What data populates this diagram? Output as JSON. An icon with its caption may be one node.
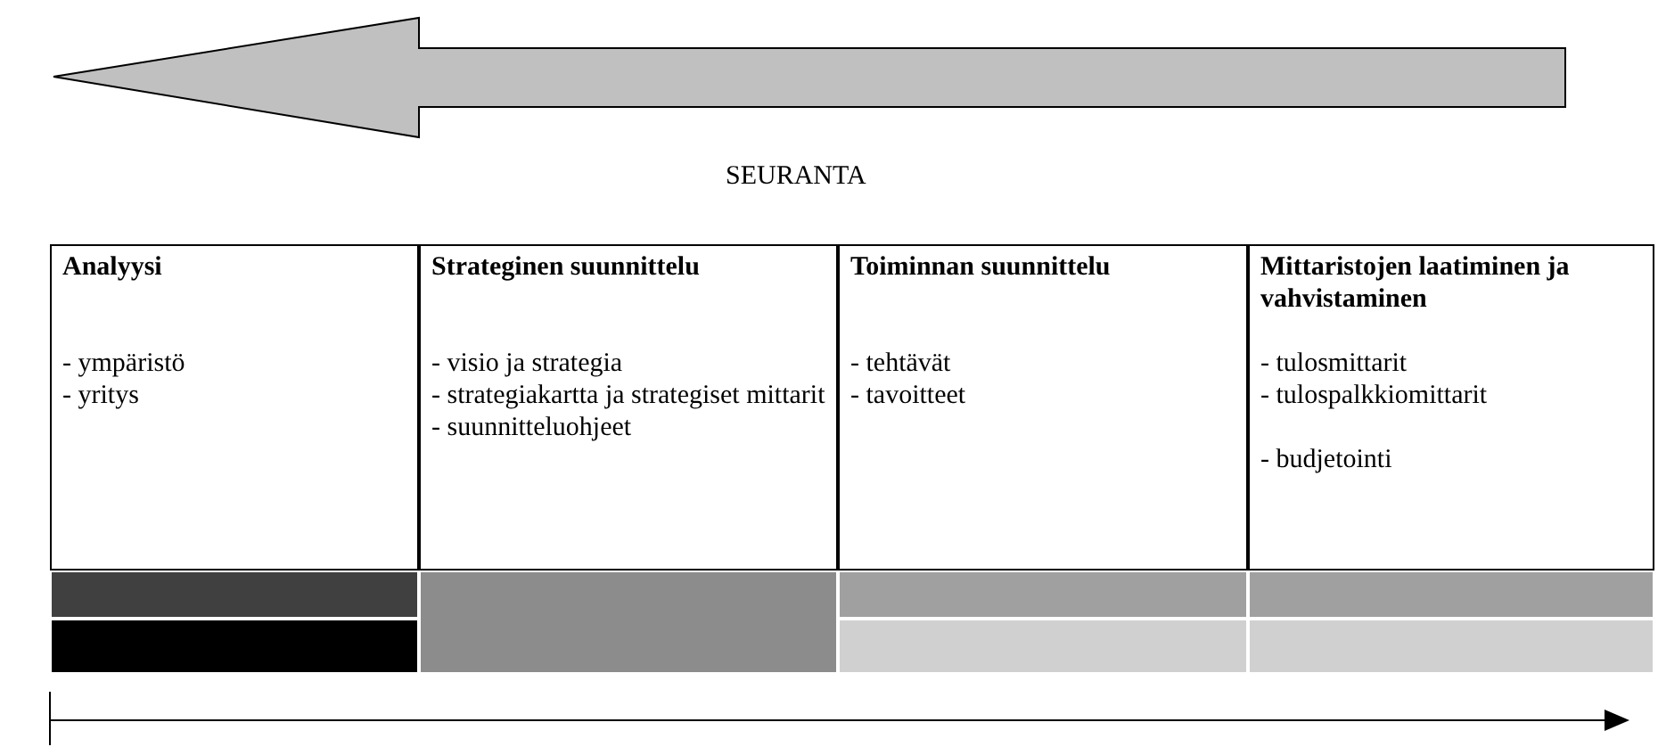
{
  "diagram": {
    "nodes": [
      {
        "text": [
          "Analyysi",
          "- ympäristö",
          "- yritys"
        ]
      },
      {
        "text": [
          "Strateginen suunnittelu",
          "- visio ja strategia",
          "- strategiakartta ja strategiset mittarit",
          "- suunnitteluohjeet"
        ]
      },
      {
        "text": [
          "Toiminnan suunnittelu",
          "- tehtävät",
          "- tavoitteet"
        ]
      },
      {
        "text": [
          "Mittaristojen laatiminen ja vahvistaminen",
          "- tulosmittarit",
          "- tulospalkkiomittarit",
          "- budjetointi"
        ]
      }
    ],
    "labels": [
      "SEURANTA"
    ]
  }
}
